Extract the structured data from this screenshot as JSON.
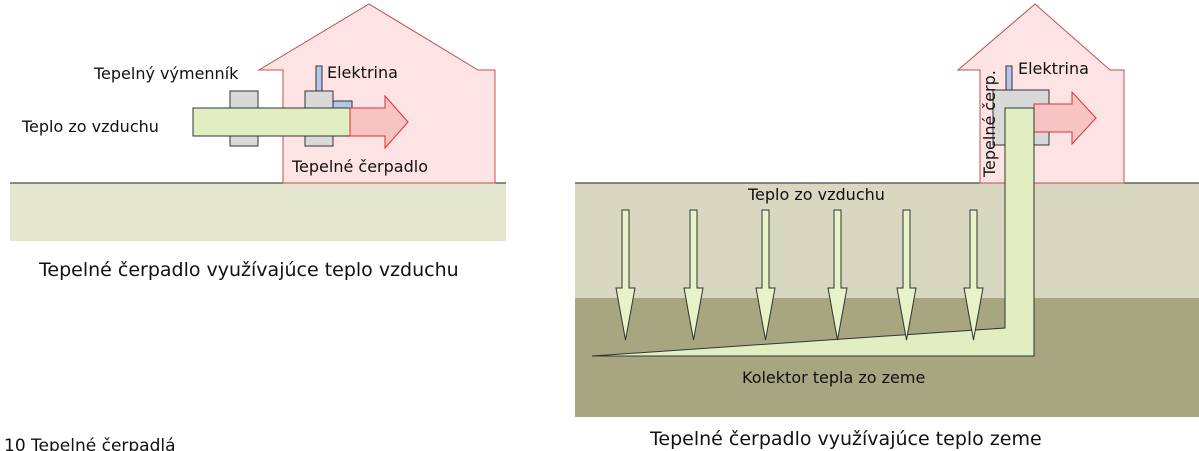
{
  "colors": {
    "house_fill": "#fde3e3",
    "house_stroke": "#c0504d",
    "ground_light": "#e5e6cf",
    "ground_mid": "#d8d8c0",
    "ground_dark": "#a7a680",
    "tube_fill": "#e0eec2",
    "pipe_blue": "#b4c7e7",
    "arrow_red_fill": "#f8c3c3",
    "arrow_red_stroke": "#e03030",
    "exchanger_fill": "#d9d9d9"
  },
  "air_diagram": {
    "label_exchanger": "Tepelný výmenník",
    "label_electricity": "Elektrina",
    "label_air_heat": "Teplo zo vzduchu",
    "label_heat_pump": "Tepelné čerpadlo",
    "caption": "Tepelné čerpadlo využívajúce teplo vzduchu"
  },
  "ground_diagram": {
    "label_heat_pump_short": "Tepelné čerp.",
    "label_electricity": "Elektrina",
    "label_air_heat": "Teplo zo vzduchu",
    "label_collector": "Kolektor tepla zo zeme",
    "caption": "Tepelné čerpadlo využívajúce teplo zeme"
  },
  "figure_caption": "10  Tepelné čerpadlá"
}
